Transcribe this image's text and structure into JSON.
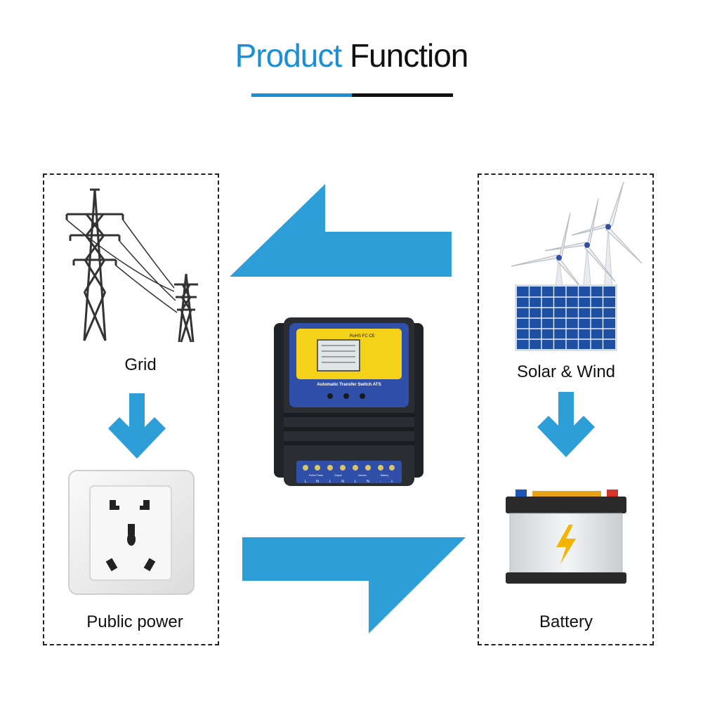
{
  "header": {
    "title_part1": "Product",
    "title_part2": "Function"
  },
  "left_panel": {
    "grid_label": "Grid",
    "public_power_label": "Public power"
  },
  "right_panel": {
    "solar_wind_label": "Solar & Wind",
    "battery_label": "Battery"
  },
  "device": {
    "cert_marks": "RoHS FC CE",
    "name": "Automatic Transfer Switch ATS",
    "terminal_labels": [
      "Public Power",
      "Output",
      "Inverter",
      "Battery"
    ],
    "terminal_letters": [
      "L",
      "N",
      "L",
      "N",
      "L",
      "N",
      "-",
      "+"
    ]
  },
  "colors": {
    "accent_blue": "#1a8fd6",
    "arrow_blue": "#2d9ed8",
    "device_yellow": "#f5d21a",
    "device_blue": "#2f4fa8"
  }
}
